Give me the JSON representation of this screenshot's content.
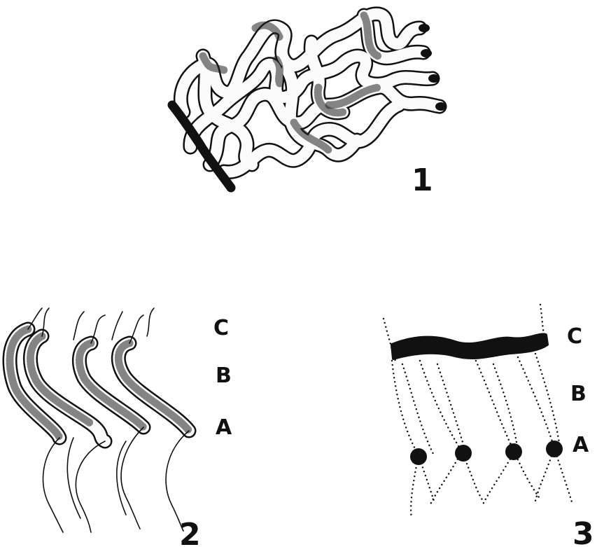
{
  "figure": {
    "panel1": {
      "number": "1"
    },
    "panel2": {
      "number": "2",
      "labels": [
        "C",
        "B",
        "A"
      ]
    },
    "panel3": {
      "number": "3",
      "labels": [
        "C",
        "B",
        "A"
      ]
    }
  }
}
